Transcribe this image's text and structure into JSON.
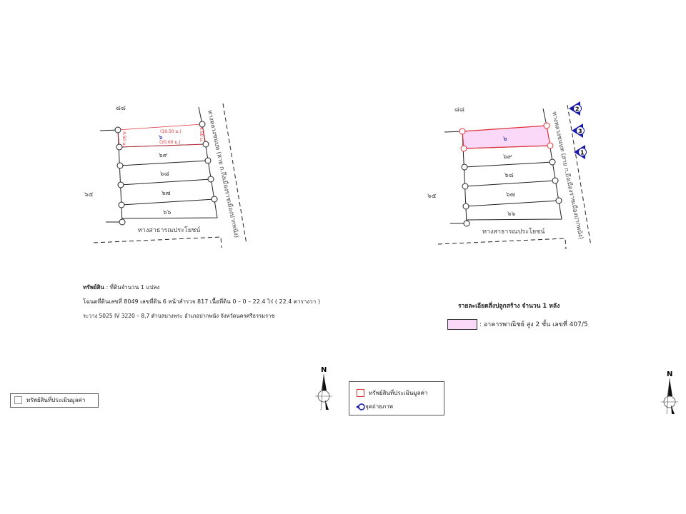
{
  "map": {
    "neighbor_top": "๘๘",
    "neighbor_left": "๖๕",
    "plots": [
      "๖",
      "๖๙",
      "๖๘",
      "๖๗",
      "๖๖"
    ],
    "road_right": "ทางหลวงชนบท (สาย ก.ถึงเมืองราชเมืองปากพนัง)",
    "road_bottom": "ทางสาธารณประโยชน์",
    "dim_top": "(19.50 ม.)",
    "dim_bottom": "(20.00 ม.)",
    "dim_left": "4.50 ม.",
    "dim_right": "4.50 ม.",
    "camera_points": [
      "1",
      "2",
      "3"
    ]
  },
  "property": {
    "title": "ทรัพย์สิน",
    "summary": ":  ที่ดินจำนวน 1 แปลง",
    "line1": "โฉนดที่ดินเลขที่ 8049 เลขที่ดิน  6 หน้าสำรวจ 817  เนื้อที่ดิน  0 – 0 – 22.4  ไร่ ( 22.4 ตารางวา )",
    "line2": "ระวาง 5025 IV 3220 – 8,7 ตำบลบางพระ อำเภอปากพนัง จังหวัดนครศรีธรรมราช"
  },
  "buildings": {
    "title": "รายละเอียดสิ่งปลูกสร้าง จำนวน 1 หลัง",
    "item": ": อาคารพาณิชย์ สูง 2 ชั้น เลขที่ 407/5",
    "fill_color": "#f9d9f7"
  },
  "legend_left": {
    "item": "ทรัพย์สินที่ประเมินมูลค่า"
  },
  "legend_right": {
    "item1": "ทรัพย์สินที่ประเมินมูลค่า",
    "item2": "จุดถ่ายภาพ"
  },
  "north": "N",
  "colors": {
    "red": "#e0303a",
    "blue": "#1a1aa8"
  }
}
